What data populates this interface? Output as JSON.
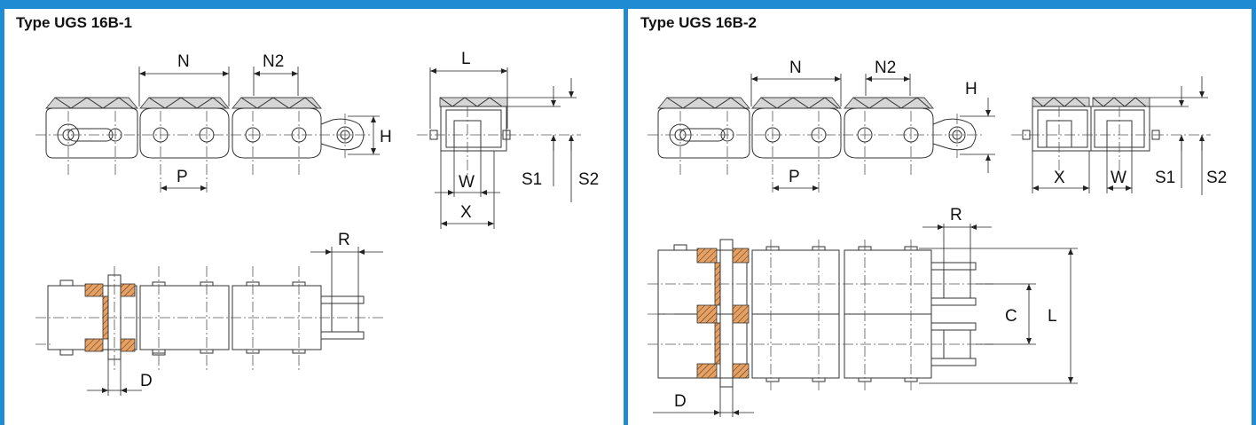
{
  "panels": {
    "left": {
      "title": "Type UGS 16B-1",
      "labels": {
        "N": "N",
        "N2": "N2",
        "P": "P",
        "H": "H",
        "L": "L",
        "W": "W",
        "X": "X",
        "S1": "S1",
        "S2": "S2",
        "R": "R",
        "D": "D"
      }
    },
    "right": {
      "title": "Type UGS 16B-2",
      "labels": {
        "N": "N",
        "N2": "N2",
        "P": "P",
        "H": "H",
        "X": "X",
        "W": "W",
        "S1": "S1",
        "S2": "S2",
        "R": "R",
        "C": "C",
        "L": "L",
        "D": "D"
      }
    }
  },
  "colors": {
    "accent": "#1f8bd3",
    "line": "#333333",
    "pad": "#d6d6d6"
  }
}
